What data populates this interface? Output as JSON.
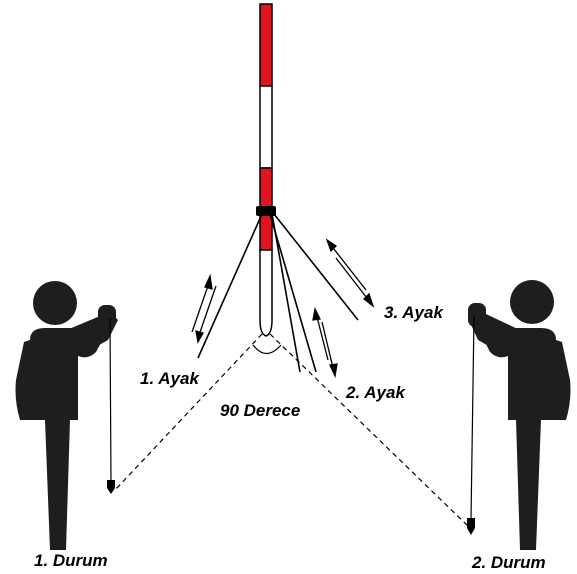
{
  "labels": {
    "leg1": "1. Ayak",
    "leg2": "2. Ayak",
    "leg3": "3. Ayak",
    "angle": "90 Derece",
    "position1": "1. Durum",
    "position2": "2. Durum"
  },
  "colors": {
    "pole_red": "#e0141e",
    "pole_white": "#ffffff",
    "ink": "#000000",
    "figure": "#1e1e1e"
  }
}
